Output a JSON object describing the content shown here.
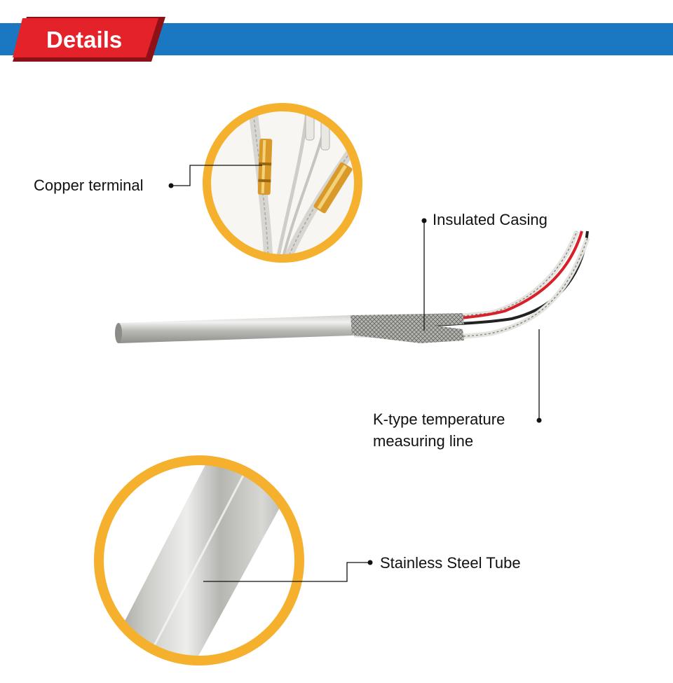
{
  "header": {
    "title": "Details",
    "bar_color": "#1a78c2",
    "tab_color": "#e3222a"
  },
  "callouts": {
    "copper_terminal": "Copper terminal",
    "insulated_casing": "Insulated Casing",
    "ktype_line1": "K-type temperature",
    "ktype_line2": "measuring line",
    "stainless_steel_tube": "Stainless Steel Tube"
  },
  "colors": {
    "ring": "#f5b12e",
    "steel": "#bfbfbc",
    "copper": "#d99a2a",
    "wire_red": "#d8202a",
    "wire_black": "#222222",
    "leader": "#111111"
  },
  "icons": {
    "tab_shape": "parallelogram-tab",
    "bullet": "dot-icon"
  }
}
